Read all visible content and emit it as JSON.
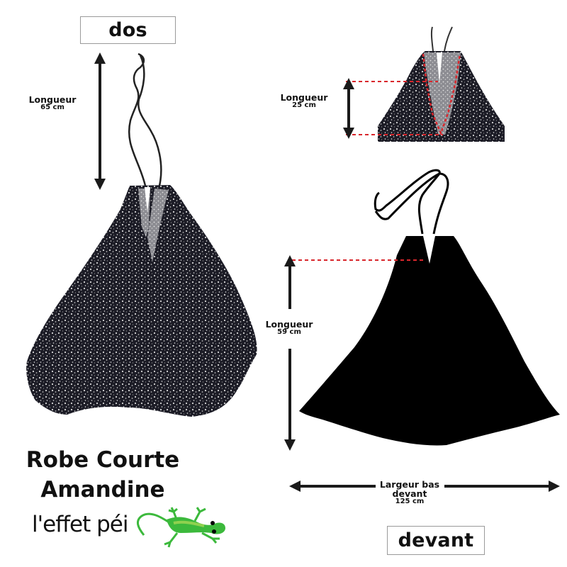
{
  "views": {
    "back": {
      "label": "dos"
    },
    "front": {
      "label": "devant"
    }
  },
  "measurements": {
    "back_length": {
      "title": "Longueur",
      "value": "65 cm"
    },
    "neckline_length": {
      "title": "Longueur",
      "value": "25 cm"
    },
    "front_length": {
      "title": "Longueur",
      "value": "59 cm"
    },
    "front_hem_width": {
      "title_line1": "Largeur bas",
      "title_line2": "devant",
      "value": "125 cm"
    }
  },
  "product": {
    "title_line1": "Robe Courte",
    "title_line2": "Amandine"
  },
  "brand": {
    "name": "l'effet péi",
    "logo_icon": "gecko-icon"
  },
  "colors": {
    "arrow": "#1a1a1a",
    "guide_line": "#d9262c",
    "garment_fill": "#000000",
    "gecko_green": "#3cb93c",
    "gecko_light": "#8fd14f",
    "label_border": "#9a9a9a"
  }
}
